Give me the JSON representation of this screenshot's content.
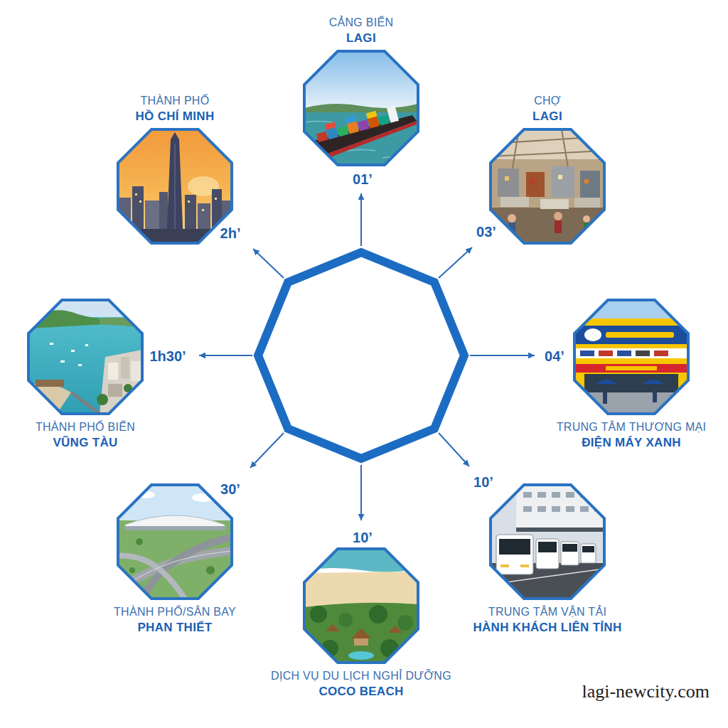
{
  "diagram": {
    "nodes": [
      {
        "text": [
          "CẢNG BIỂN",
          "LAGI"
        ]
      },
      {
        "text": [
          "CHỢ",
          "LAGI"
        ]
      },
      {
        "text": [
          "TRUNG TÂM THƯƠNG MẠI",
          "ĐIỆN MÁY XANH"
        ]
      },
      {
        "text": [
          "TRUNG TÂM VẬN TẢI",
          "HÀNH KHÁCH LIÊN TỈNH"
        ]
      },
      {
        "text": [
          "DỊCH VỤ DU LỊCH NGHỈ DƯỠNG",
          "COCO BEACH"
        ]
      },
      {
        "text": [
          "THÀNH PHỐ/SÂN BAY",
          "PHAN THIẾT"
        ]
      },
      {
        "text": [
          "THÀNH PHỐ BIỂN",
          "VŨNG TÀU"
        ]
      },
      {
        "text": [
          "THÀNH PHỐ",
          "HỒ CHÍ MINH"
        ]
      }
    ],
    "labels": [
      "01’",
      "03’",
      "04’",
      "10’",
      "10’",
      "30’",
      "1h30’",
      "2h’",
      "lagi-newcity.com"
    ]
  }
}
